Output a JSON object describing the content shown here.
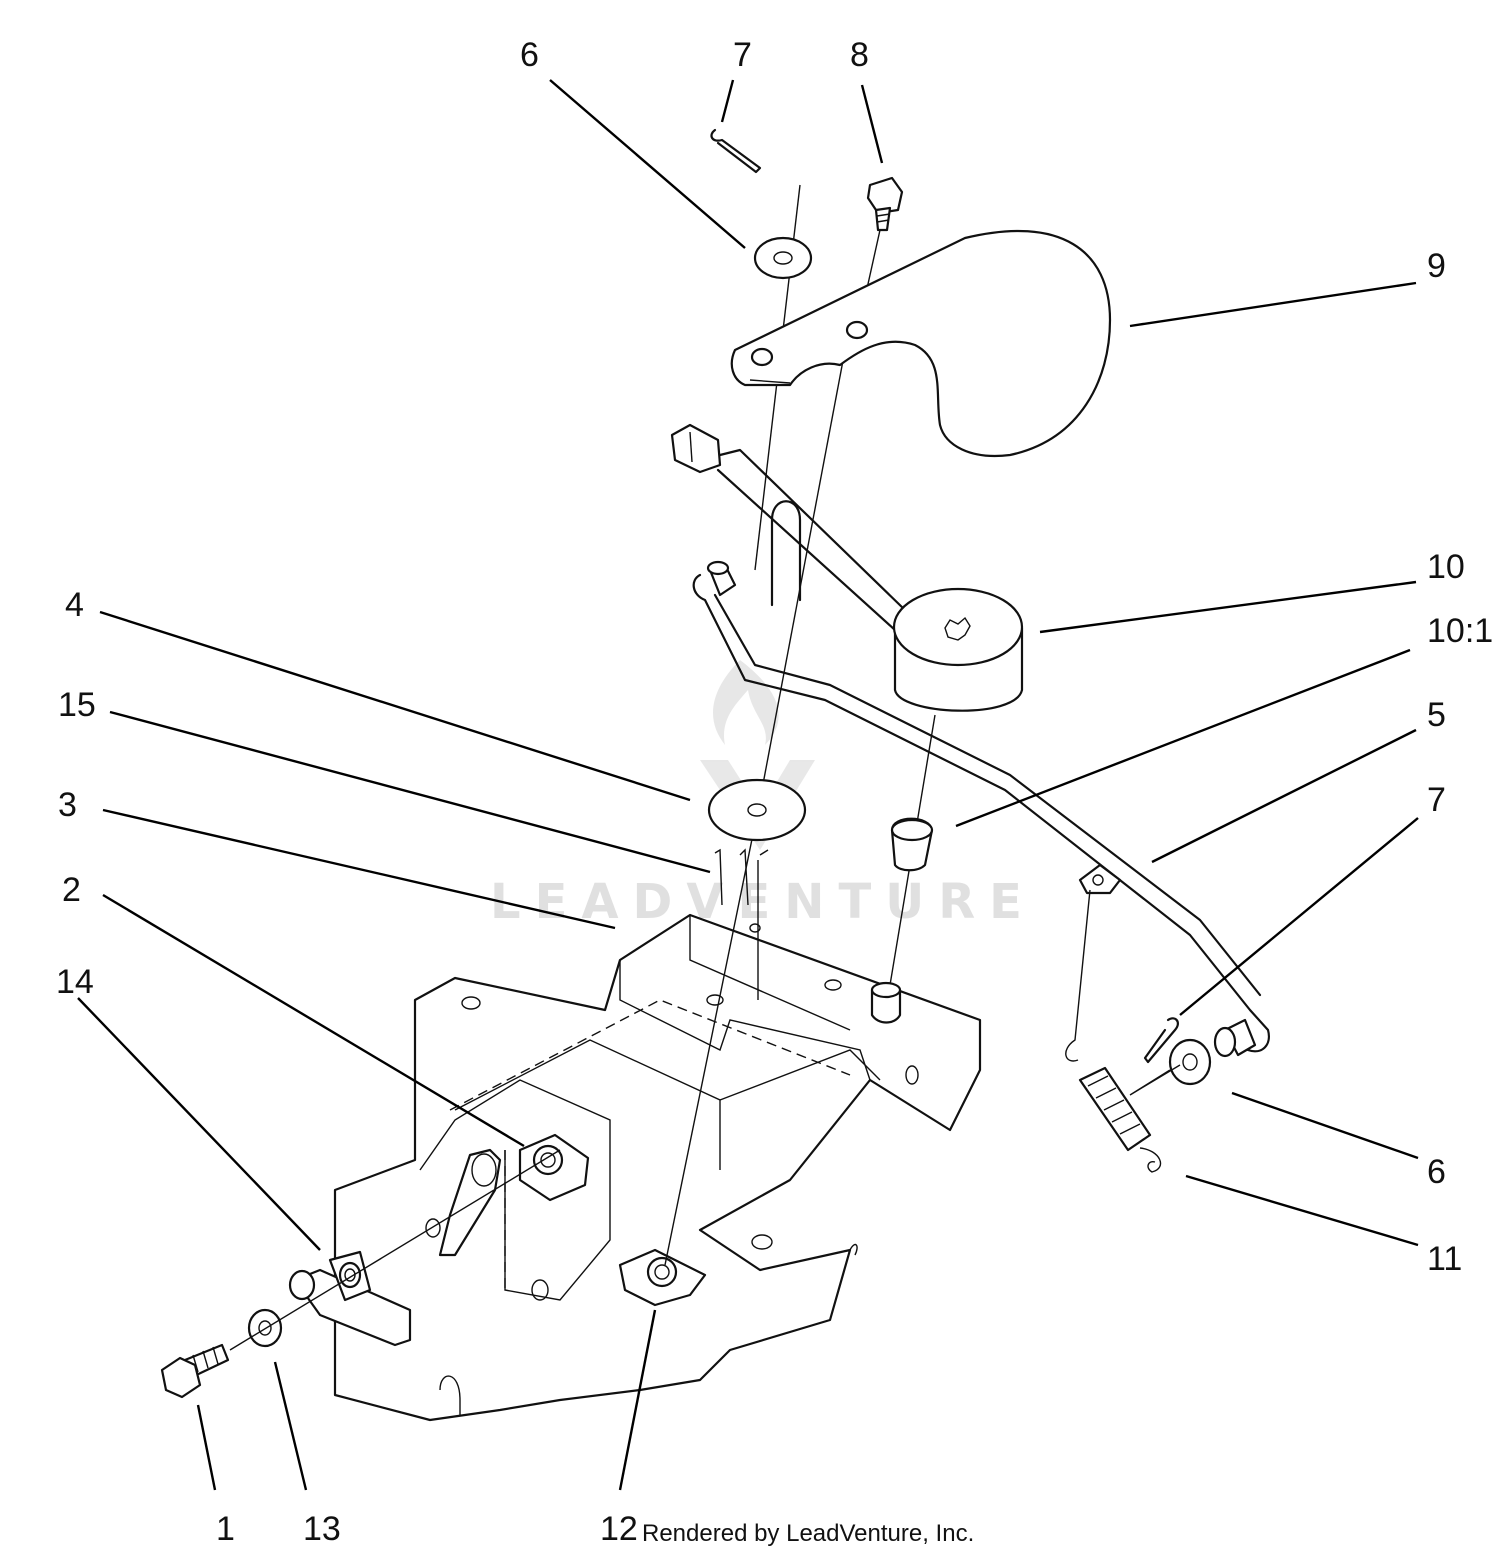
{
  "credit": "Rendered by LeadVenture, Inc.",
  "watermark": "LEADVENTURE",
  "callouts": [
    {
      "id": "c6a",
      "label": "6"
    },
    {
      "id": "c7a",
      "label": "7"
    },
    {
      "id": "c8",
      "label": "8"
    },
    {
      "id": "c9",
      "label": "9"
    },
    {
      "id": "c10",
      "label": "10"
    },
    {
      "id": "c10_1",
      "label": "10:1"
    },
    {
      "id": "c4",
      "label": "4"
    },
    {
      "id": "c15",
      "label": "15"
    },
    {
      "id": "c5",
      "label": "5"
    },
    {
      "id": "c3",
      "label": "3"
    },
    {
      "id": "c7b",
      "label": "7"
    },
    {
      "id": "c2",
      "label": "2"
    },
    {
      "id": "c14",
      "label": "14"
    },
    {
      "id": "c6b",
      "label": "6"
    },
    {
      "id": "c11",
      "label": "11"
    },
    {
      "id": "c1",
      "label": "1"
    },
    {
      "id": "c13",
      "label": "13"
    },
    {
      "id": "c12",
      "label": "12"
    }
  ]
}
